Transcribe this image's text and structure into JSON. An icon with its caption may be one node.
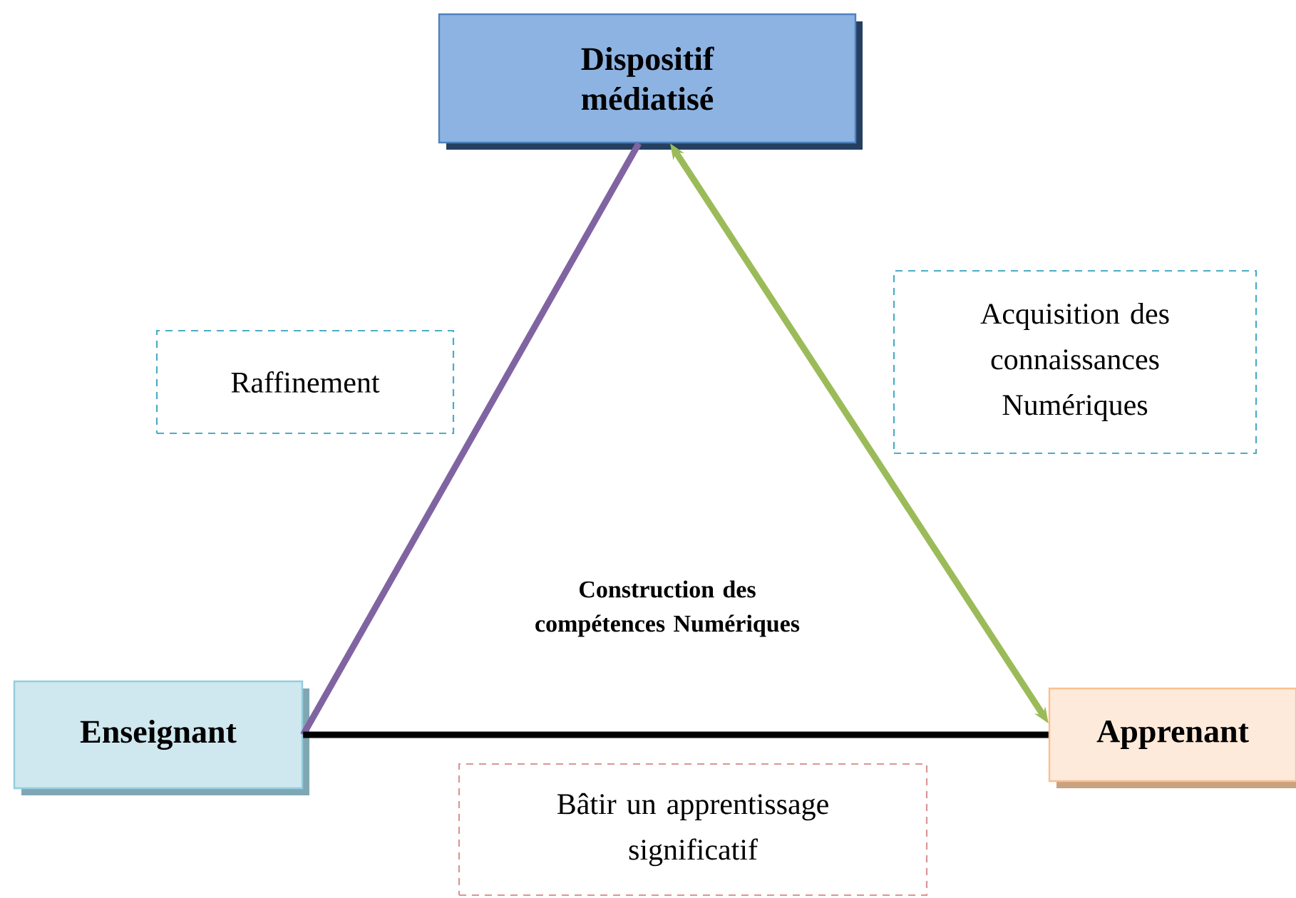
{
  "diagram": {
    "nodes": [
      {
        "text": [
          "Dispositif médiatisé"
        ]
      },
      {
        "text": [
          "Raffinement"
        ]
      },
      {
        "text": [
          "Acquisition des connaissances Numériques"
        ]
      },
      {
        "text": [
          "Enseignant"
        ]
      },
      {
        "text": [
          "Apprenant"
        ]
      },
      {
        "text": [
          "Bâtir un apprentissage significatif"
        ]
      }
    ],
    "edges": [
      {
        "from": 3,
        "to": 0,
        "arrow": "none",
        "color": "#8064a2"
      },
      {
        "from": 0,
        "to": 4,
        "arrow": "both",
        "color": "#9bbb59"
      },
      {
        "from": 3,
        "to": 4,
        "arrow": "none",
        "color": "#000000"
      }
    ],
    "labels": [
      "Construction des compétences Numériques"
    ]
  }
}
